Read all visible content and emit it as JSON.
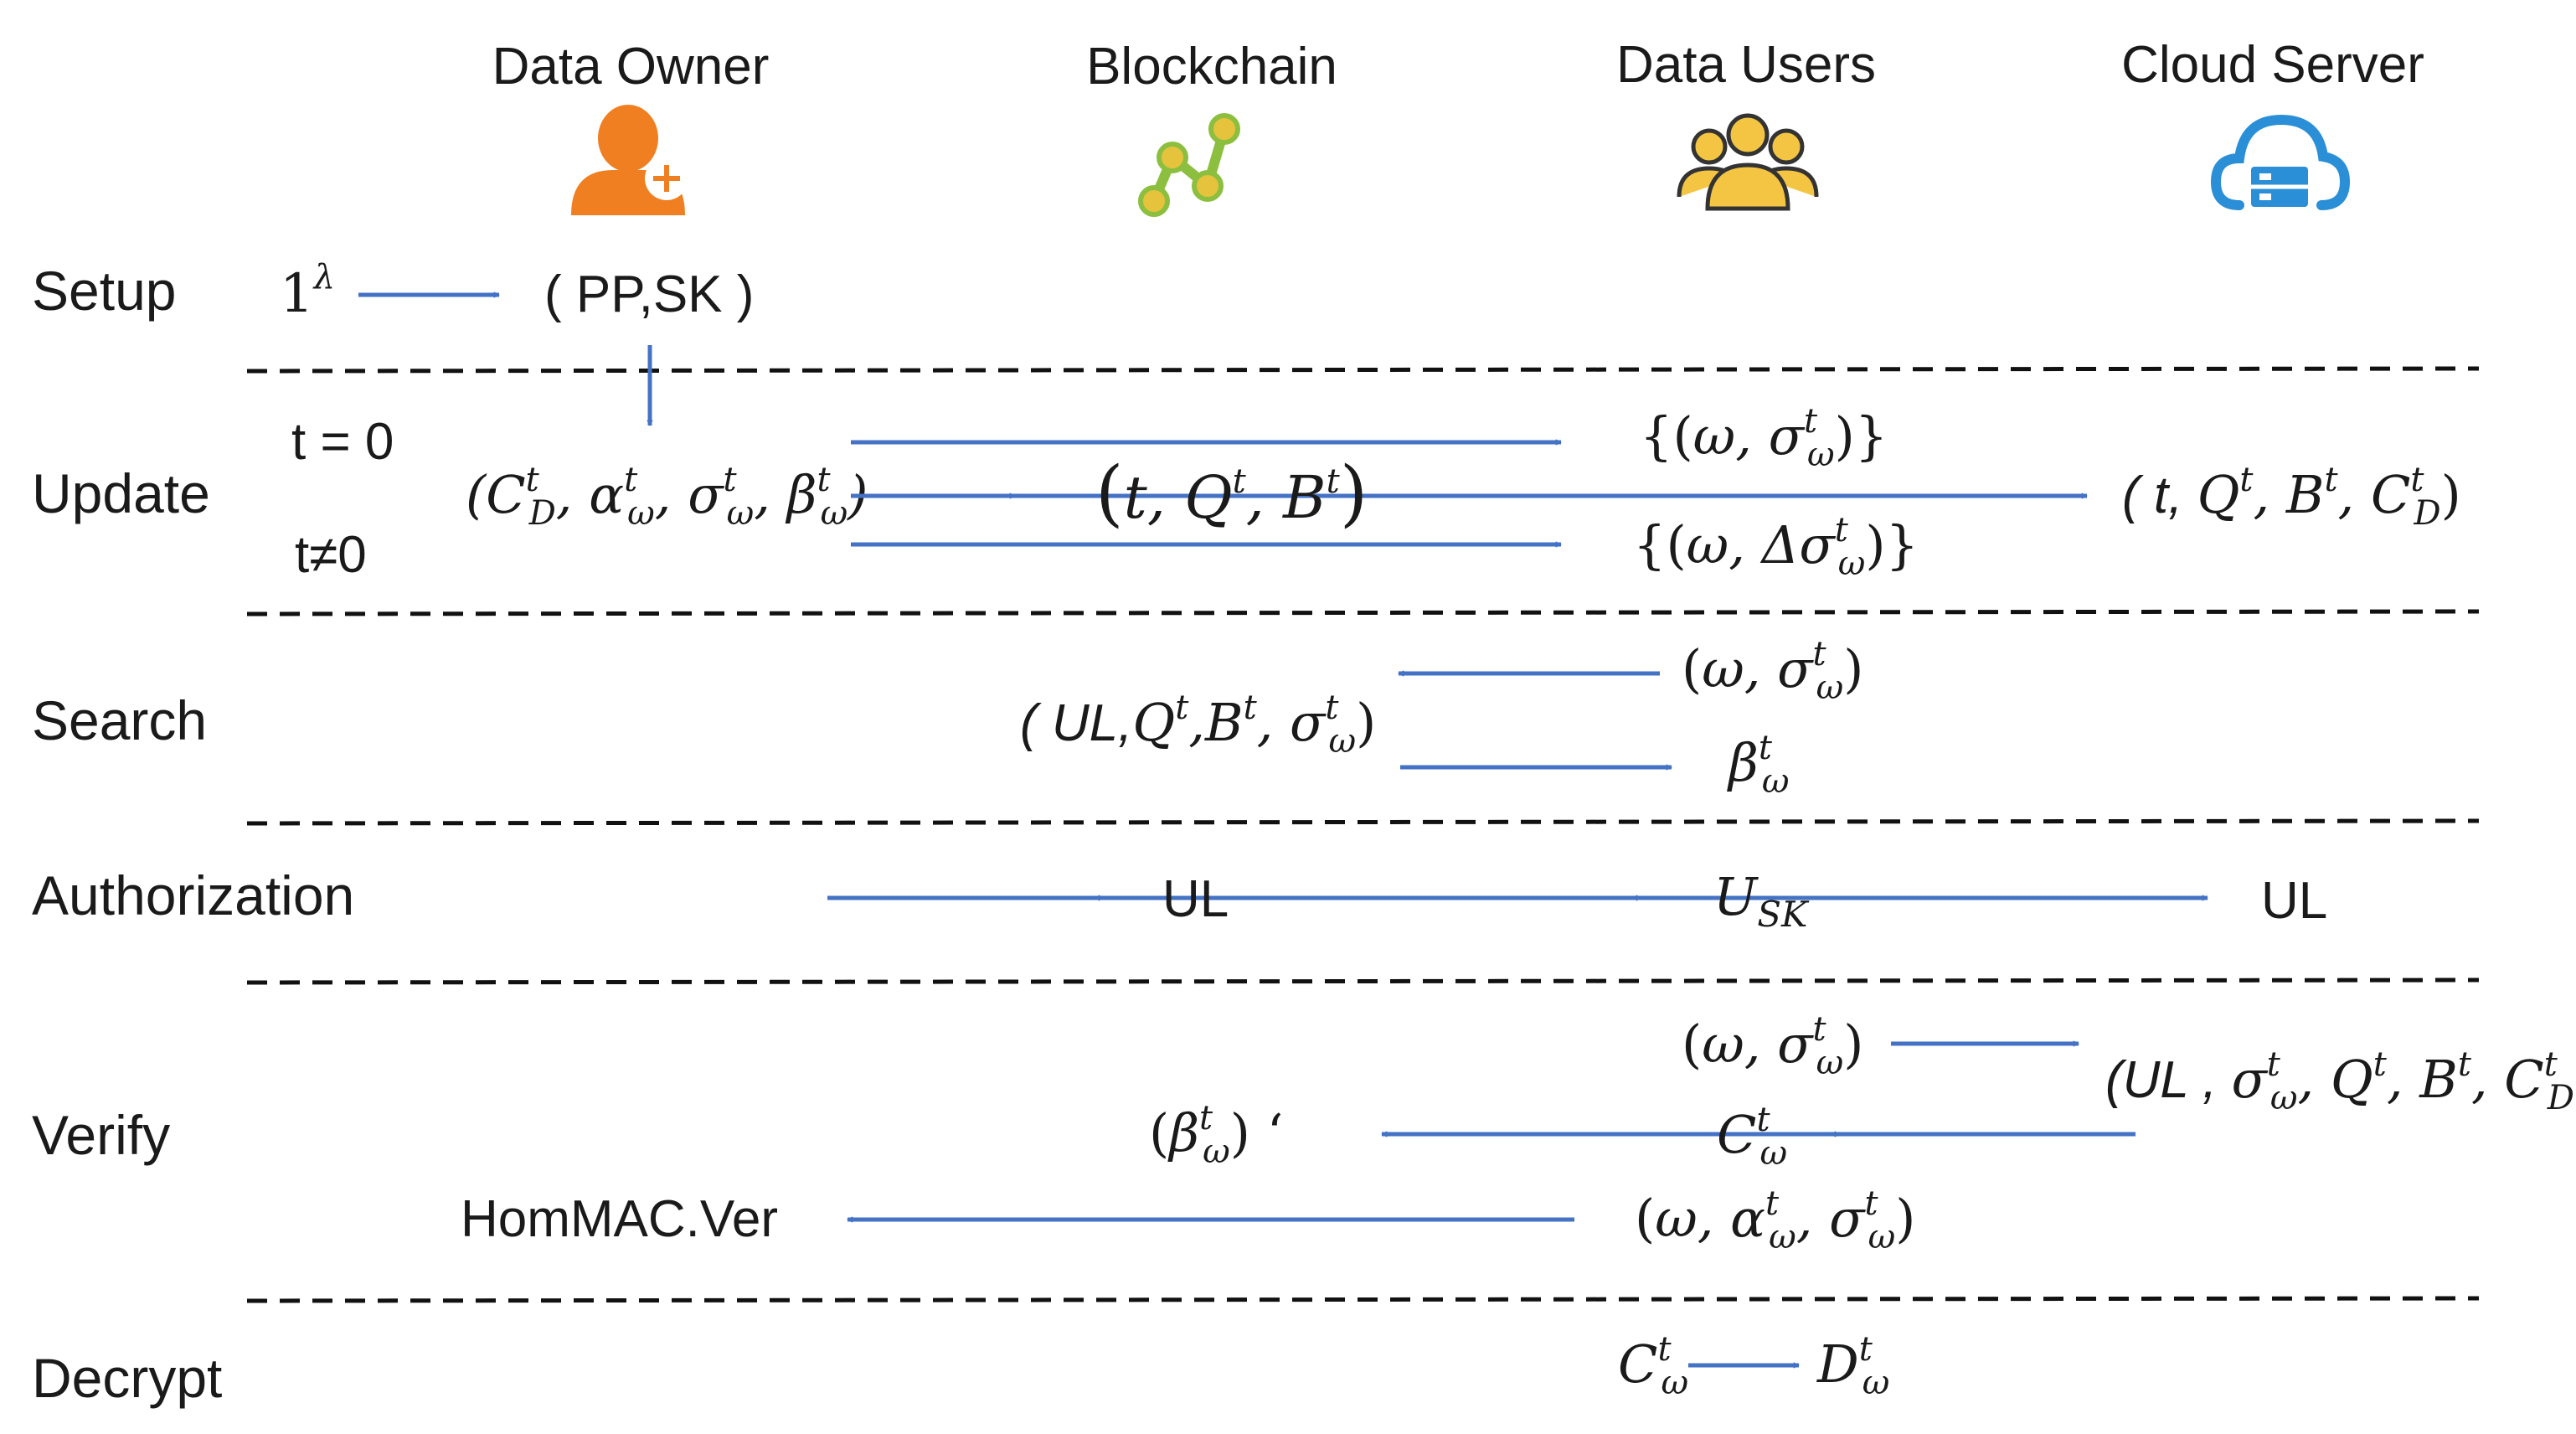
{
  "actors": [
    {
      "id": "owner",
      "label": "Data Owner",
      "icon": "user-add-icon",
      "color": "#f07f22"
    },
    {
      "id": "blockchain",
      "label": "Blockchain",
      "icon": "blockchain-icon",
      "color": "#8cbf3f"
    },
    {
      "id": "users",
      "label": "Data Users",
      "icon": "group-users-icon",
      "color": "#f4c542"
    },
    {
      "id": "cloud",
      "label": "Cloud Server",
      "icon": "cloud-server-icon",
      "color": "#2a8fd6"
    }
  ],
  "phases": [
    "Setup",
    "Update",
    "Search",
    "Authorization",
    "Verify",
    "Decrypt"
  ],
  "labels": {
    "setup_input": "1^λ",
    "setup_output": "( PP,SK )",
    "t_zero": "t = 0",
    "t_nonzero": "t≠0",
    "owner_update": "(C_D^t, α_ω^t, σ_ω^t, β_ω^t)",
    "chain_update": "(t, Q^t, B^t)",
    "users_update_zero": "{(ω, σ_ω^t)}",
    "users_update_nonzero": "{(ω, Δσ_ω^t)}",
    "cloud_update": "( t, Q^t, B^t, C_D^t)",
    "search_user_query": "(ω, σ_ω^t)",
    "search_chain": "( UL,Q^t,B^t, σ_ω^t)",
    "search_user_result": "β_ω^t",
    "auth_ul_chain": "UL",
    "auth_usk": "U_SK",
    "auth_ul_cloud": "UL",
    "verify_user_query": "(ω, σ_ω^t)",
    "verify_cloud": "(UL , σ_ω^t, Q^t, B^t, C_D^t)",
    "verify_chain": "(β_ω^t)  ‘",
    "verify_user_cipher": "C_ω^t",
    "verify_owner": "HomMAC.Ver",
    "verify_user_tag": "(ω, α_ω^t, σ_ω^t)",
    "decrypt_cipher": "C_ω^t",
    "decrypt_plain": "D_ω^t"
  },
  "colors": {
    "arrow": "#4472c4",
    "divider": "#111111",
    "text": "#1a1a1a"
  }
}
